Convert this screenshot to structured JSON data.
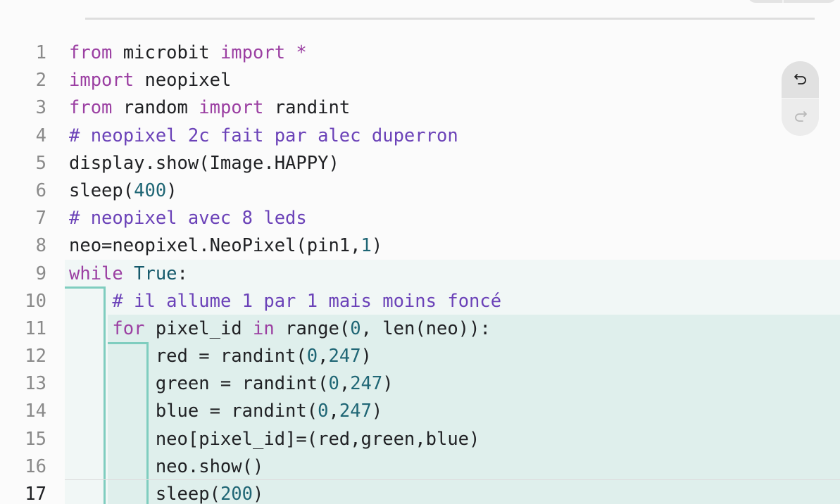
{
  "editor": {
    "active_line": 17,
    "lines": [
      {
        "num": "1",
        "tokens": [
          {
            "t": "from",
            "c": "kw"
          },
          {
            "t": " microbit "
          },
          {
            "t": "import",
            "c": "kw"
          },
          {
            "t": " *",
            "c": "kw"
          }
        ]
      },
      {
        "num": "2",
        "tokens": [
          {
            "t": "import",
            "c": "kw"
          },
          {
            "t": " neopixel"
          }
        ]
      },
      {
        "num": "3",
        "tokens": [
          {
            "t": "from",
            "c": "kw"
          },
          {
            "t": " random "
          },
          {
            "t": "import",
            "c": "kw"
          },
          {
            "t": " randint"
          }
        ]
      },
      {
        "num": "4",
        "tokens": [
          {
            "t": "# neopixel 2c fait par alec duperron",
            "c": "cm"
          }
        ]
      },
      {
        "num": "5",
        "tokens": [
          {
            "t": "display.show(Image.HAPPY)"
          }
        ]
      },
      {
        "num": "6",
        "tokens": [
          {
            "t": "sleep("
          },
          {
            "t": "400",
            "c": "nm"
          },
          {
            "t": ")"
          }
        ]
      },
      {
        "num": "7",
        "tokens": [
          {
            "t": "# neopixel avec 8 leds",
            "c": "cm"
          }
        ]
      },
      {
        "num": "8",
        "tokens": [
          {
            "t": "neo=neopixel.NeoPixel(pin1,"
          },
          {
            "t": "1",
            "c": "nm"
          },
          {
            "t": ")"
          }
        ]
      },
      {
        "num": "9",
        "tokens": [
          {
            "t": "while",
            "c": "kw"
          },
          {
            "t": " "
          },
          {
            "t": "True",
            "c": "bi"
          },
          {
            "t": ":"
          }
        ]
      },
      {
        "num": "10",
        "tokens": [
          {
            "t": "    "
          },
          {
            "t": "# il allume 1 par 1 mais moins foncé",
            "c": "cm"
          }
        ]
      },
      {
        "num": "11",
        "tokens": [
          {
            "t": "    "
          },
          {
            "t": "for",
            "c": "kw"
          },
          {
            "t": " pixel_id "
          },
          {
            "t": "in",
            "c": "kw"
          },
          {
            "t": " range("
          },
          {
            "t": "0",
            "c": "nm"
          },
          {
            "t": ", len(neo)):"
          }
        ]
      },
      {
        "num": "12",
        "tokens": [
          {
            "t": "        red = randint("
          },
          {
            "t": "0",
            "c": "nm"
          },
          {
            "t": ","
          },
          {
            "t": "247",
            "c": "nm"
          },
          {
            "t": ")"
          }
        ]
      },
      {
        "num": "13",
        "tokens": [
          {
            "t": "        green = randint("
          },
          {
            "t": "0",
            "c": "nm"
          },
          {
            "t": ","
          },
          {
            "t": "247",
            "c": "nm"
          },
          {
            "t": ")"
          }
        ]
      },
      {
        "num": "14",
        "tokens": [
          {
            "t": "        blue = randint("
          },
          {
            "t": "0",
            "c": "nm"
          },
          {
            "t": ","
          },
          {
            "t": "247",
            "c": "nm"
          },
          {
            "t": ")"
          }
        ]
      },
      {
        "num": "15",
        "tokens": [
          {
            "t": "        neo[pixel_id]=(red,green,blue)"
          }
        ]
      },
      {
        "num": "16",
        "tokens": [
          {
            "t": "        neo.show()"
          }
        ]
      },
      {
        "num": "17",
        "tokens": [
          {
            "t": "        sleep("
          },
          {
            "t": "200",
            "c": "nm"
          },
          {
            "t": ")"
          }
        ]
      }
    ]
  },
  "toolbar": {
    "undo_icon": "undo-icon",
    "redo_icon": "redo-icon"
  },
  "colors": {
    "keyword": "#9b3fa2",
    "comment": "#6b42b8",
    "number": "#1f6675",
    "block_highlight_outer": "#f1f7f6",
    "block_highlight_inner": "#dfefec",
    "block_bar": "#7fcdbf"
  }
}
